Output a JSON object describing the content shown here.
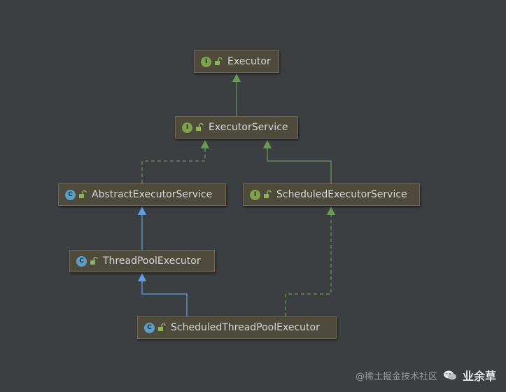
{
  "nodes": {
    "executor": {
      "kind": "I",
      "label": "Executor"
    },
    "executor_service": {
      "kind": "I",
      "label": "ExecutorService"
    },
    "abstract_executor_service": {
      "kind": "C",
      "label": "AbstractExecutorService"
    },
    "scheduled_executor_service": {
      "kind": "I",
      "label": "ScheduledExecutorService"
    },
    "thread_pool_executor": {
      "kind": "C",
      "label": "ThreadPoolExecutor"
    },
    "scheduled_thread_pool_executor": {
      "kind": "C",
      "label": "ScheduledThreadPoolExecutor"
    }
  },
  "colors": {
    "interface_extends": "#6a9b54",
    "class_extends": "#5aa0e6",
    "implements": "#6a9b54"
  },
  "watermark": {
    "site": "@稀土掘金技术社区",
    "name": "业余草"
  }
}
